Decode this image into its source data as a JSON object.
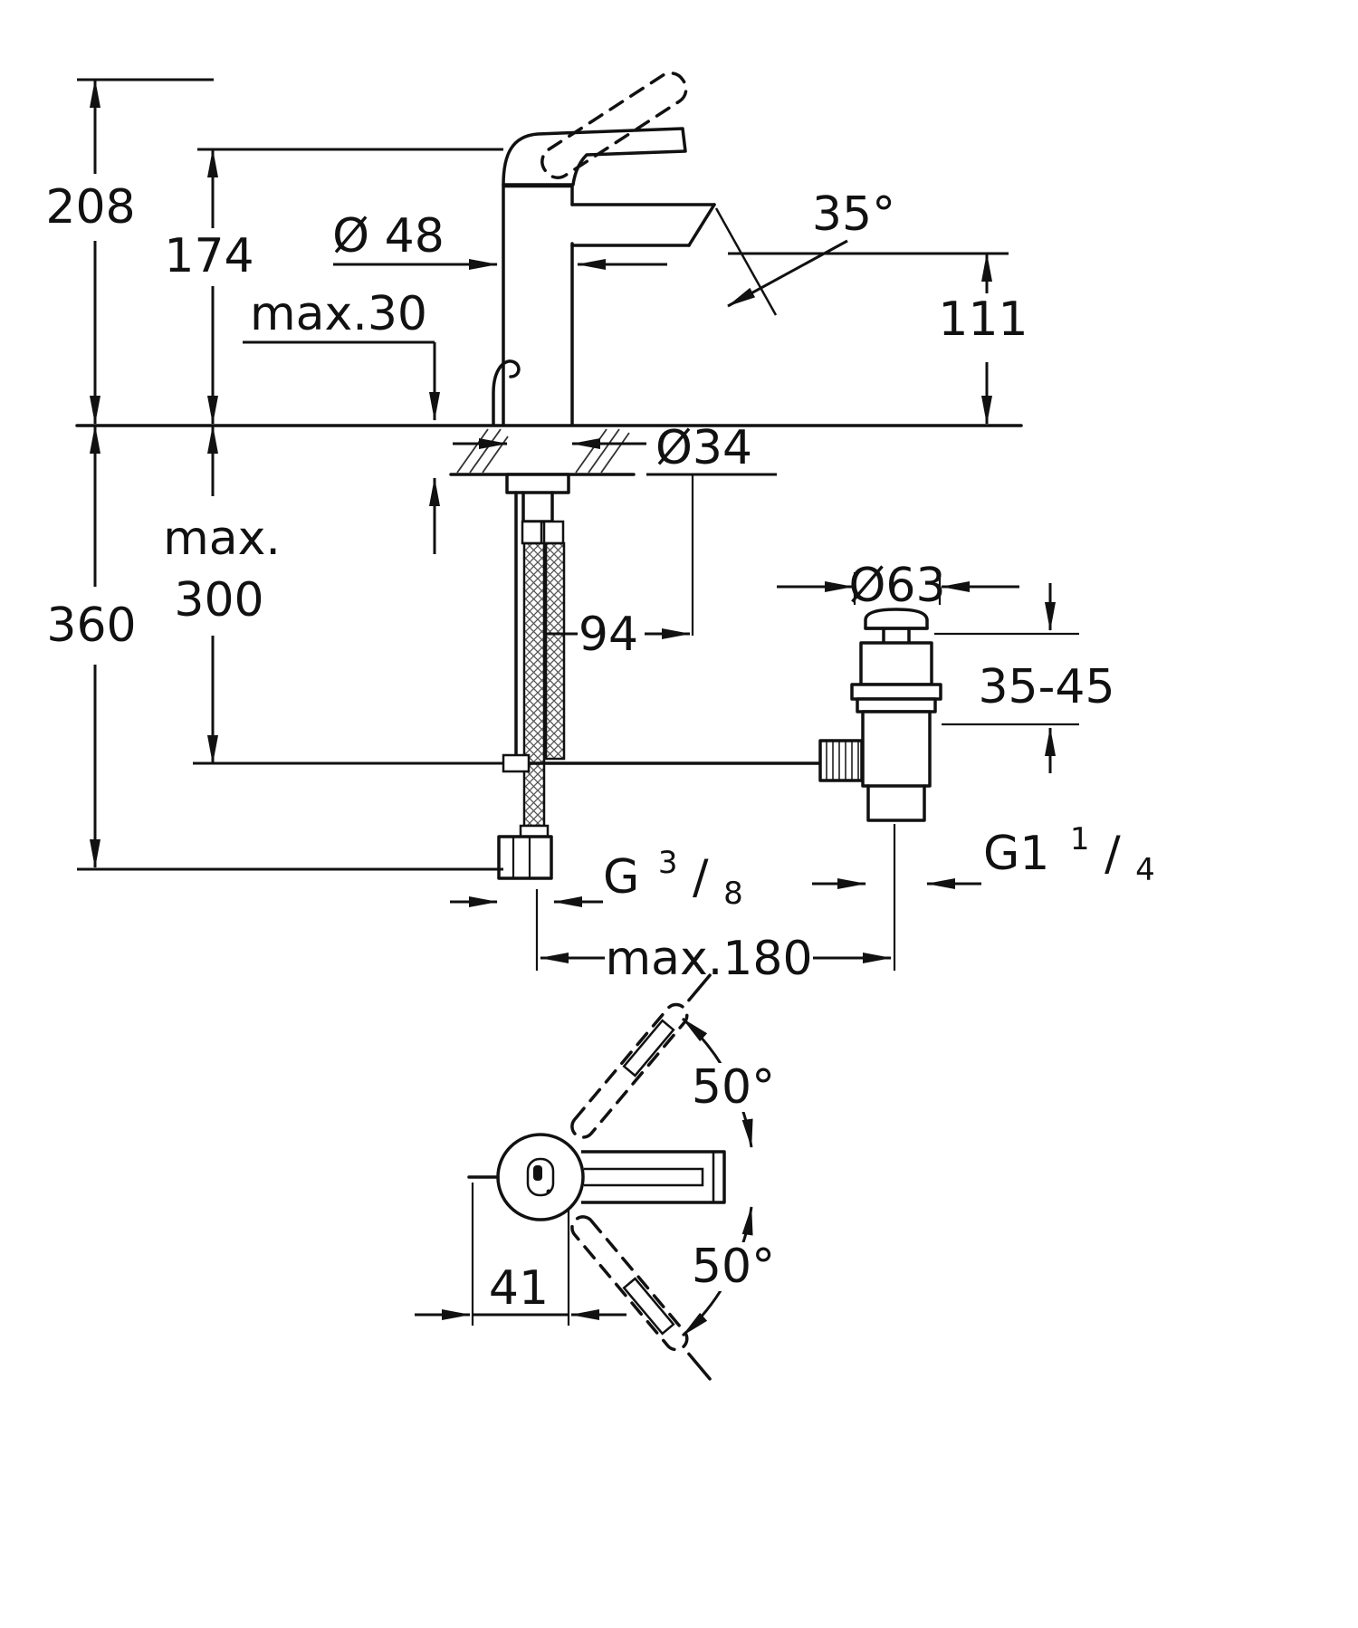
{
  "colors": {
    "background": "#ffffff",
    "line": "#111111"
  },
  "labels": {
    "height_overall": "208",
    "height_body": "174",
    "dia_body": "Ø 48",
    "deck_thickness_max": "max.30",
    "spout_angle": "35°",
    "spout_height": "111",
    "dia_hole": "Ø34",
    "hose_max_line1": "max.",
    "hose_max_line2": "300",
    "height_below_deck": "360",
    "spout_reach": "94",
    "dia_drain_flange": "Ø63",
    "drain_deck_range": "35-45",
    "thread_hose": {
      "prefix": "G",
      "numerator": "3",
      "slash": "/",
      "denominator": "8"
    },
    "thread_drain": {
      "prefix": "G1",
      "numerator": "1",
      "slash": "/",
      "denominator": "4"
    },
    "rod_reach_max": "max.180",
    "swivel_angle_top": "50°",
    "swivel_angle_bottom": "50°",
    "center_offset": "41"
  }
}
